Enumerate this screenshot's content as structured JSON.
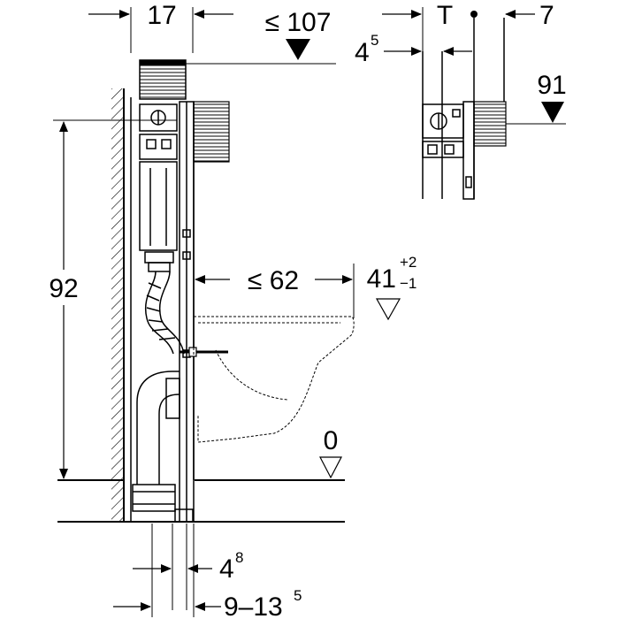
{
  "dimensions": {
    "frame_depth": "17",
    "cistern_depth_max": "≤ 107",
    "t_label": "T",
    "top_right_gap": "7",
    "side_offset_base": "4",
    "side_offset_sup": "5",
    "cistern_height": "91",
    "total_height": "92",
    "bowl_projection": "≤ 62",
    "seat_height_base": "41",
    "seat_height_sup": "+2",
    "seat_height_sub": "−1",
    "floor_level": "0",
    "bottom_offset_base": "4",
    "bottom_offset_sup": "8",
    "wall_distance_base": "9–13",
    "wall_distance_sup": "5"
  }
}
